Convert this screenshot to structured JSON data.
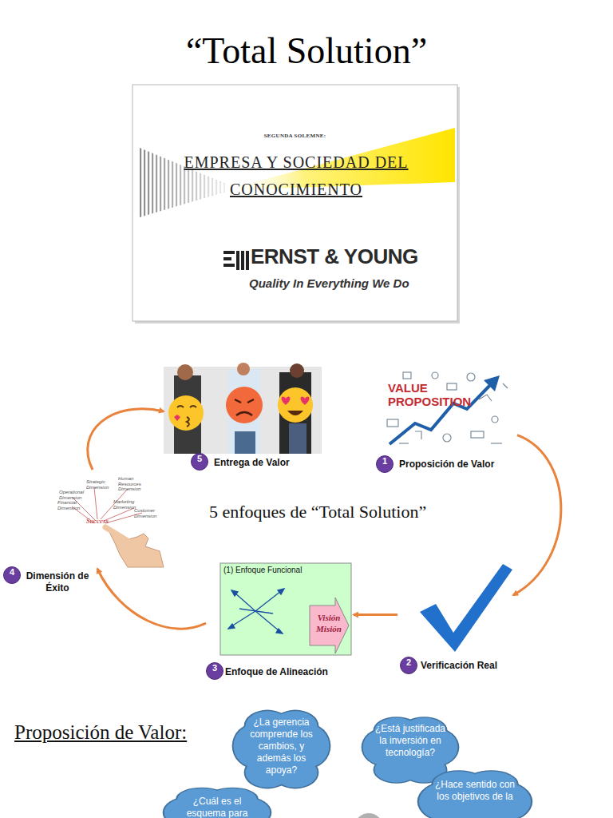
{
  "diagram": {
    "title": "“Total Solution”",
    "nodes": [
      {
        "text": [
          "SEGUNDA SOLEMNE:",
          "EMPRESA Y SOCIEDAD DEL CONOCIMIENTO",
          "ERNST & YOUNG",
          "Quality In Everything We Do"
        ]
      },
      {
        "text": [
          "VALUE PROPOSITION",
          "Proposición de Valor"
        ]
      },
      {
        "text": [
          "1"
        ],
        "in": 1
      },
      {
        "text": [
          "Verificación Real"
        ]
      },
      {
        "text": [
          "2"
        ],
        "in": 3
      },
      {
        "text": [
          "(1) Enfoque Funcional",
          "Visión Misión",
          "Enfoque de Alineación"
        ]
      },
      {
        "text": [
          "3"
        ],
        "in": 5
      },
      {
        "text": [
          "Operational Dimension",
          "Strategic Dimension",
          "Human Resources Dimension",
          "Marketing Dimension",
          "Financial Dimension",
          "Customer Dimension",
          "Success",
          "Dimensión de Éxito"
        ]
      },
      {
        "text": [
          "4"
        ],
        "in": 7
      },
      {
        "text": [
          "Entrega de Valor"
        ]
      },
      {
        "text": [
          "5"
        ],
        "in": 9
      },
      {
        "text": [
          "¿La gerencia comprende los cambios, y además los apoya?"
        ]
      },
      {
        "text": [
          "¿Está justificada la inversión en tecnología?"
        ]
      },
      {
        "text": [
          "¿Hace sentido con los objetivos de la"
        ]
      },
      {
        "text": [
          "¿Cuál es el esquema para"
        ]
      }
    ],
    "edges": [
      {
        "from": 1,
        "to": 3,
        "arrow": "to"
      },
      {
        "from": 3,
        "to": 5,
        "arrow": "to"
      },
      {
        "from": 5,
        "to": 7,
        "arrow": "to"
      },
      {
        "from": 7,
        "to": 9,
        "arrow": "to"
      }
    ],
    "labels": [
      "5 enfoques de “Total Solution”",
      "Proposición de Valor:"
    ]
  }
}
